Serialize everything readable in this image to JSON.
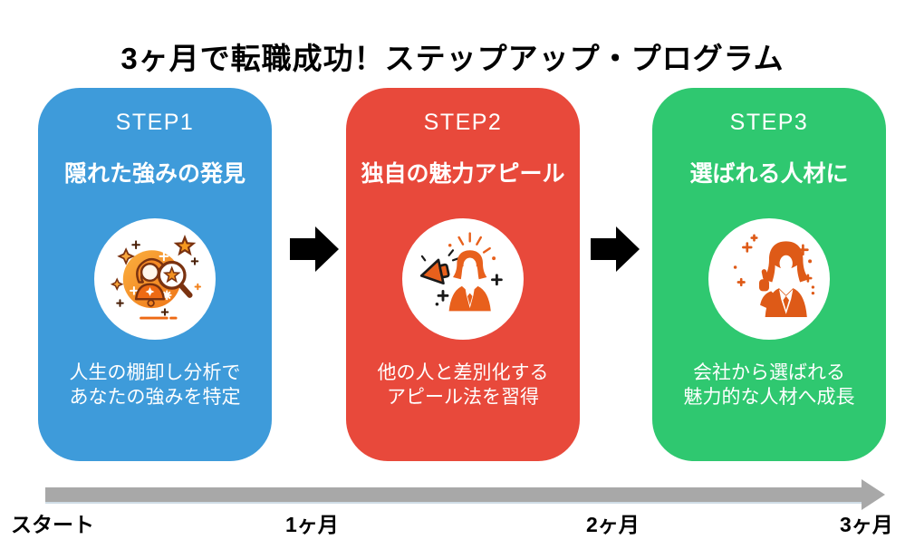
{
  "title": "3ヶ月で転職成功！ステップアップ・プログラム",
  "steps": [
    {
      "label": "STEP1",
      "heading": "隠れた強みの発見",
      "desc": [
        "人生の棚卸し分析で",
        "あなたの強みを特定"
      ],
      "color": "#3E9BDA",
      "icon": "strength-discovery-icon"
    },
    {
      "label": "STEP2",
      "heading": "独自の魅力アピール",
      "desc": [
        "他の人と差別化する",
        "アピール法を習得"
      ],
      "color": "#E8493B",
      "icon": "megaphone-appeal-icon"
    },
    {
      "label": "STEP3",
      "heading": "選ばれる人材に",
      "desc": [
        "会社から選ばれる",
        "魅力的な人材へ成長"
      ],
      "color": "#2FC870",
      "icon": "thumbs-up-talent-icon"
    }
  ],
  "timeline": {
    "labels": [
      "スタート",
      "1ヶ月",
      "2ヶ月",
      "3ヶ月"
    ],
    "bar_color": "#A8A8A8"
  },
  "colors": {
    "flow_arrow": "#000000",
    "card_text": "#FFFFFF",
    "icon_circle_bg": "#FFFFFF",
    "icon_accent": "#E8601C",
    "icon_outline": "#7A3210",
    "title_text": "#000000"
  }
}
